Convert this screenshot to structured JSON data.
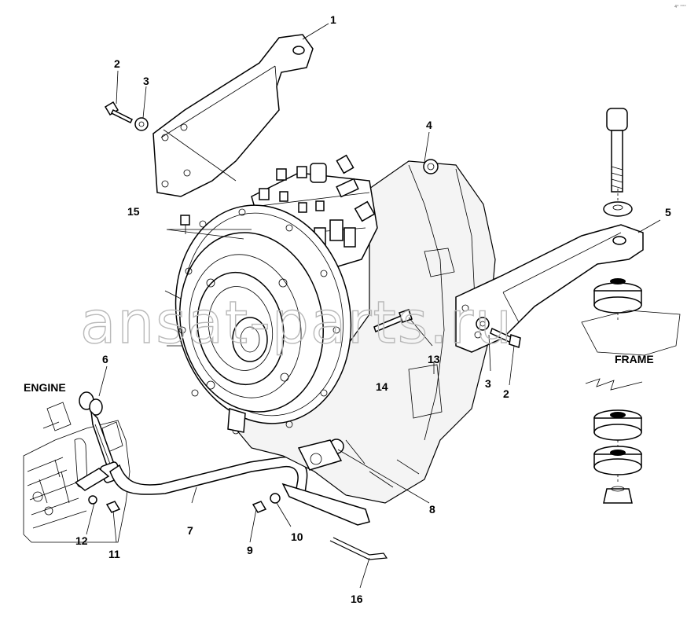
{
  "watermark": "ansat-parts.ru",
  "corner_mark": "4° °°°",
  "labels": {
    "engine": "ENGINE",
    "frame": "FRAME"
  },
  "callouts": [
    "1",
    "2",
    "3",
    "4",
    "5",
    "6",
    "7",
    "8",
    "9",
    "10",
    "11",
    "12",
    "13",
    "14",
    "15",
    "16",
    "2",
    "3"
  ]
}
